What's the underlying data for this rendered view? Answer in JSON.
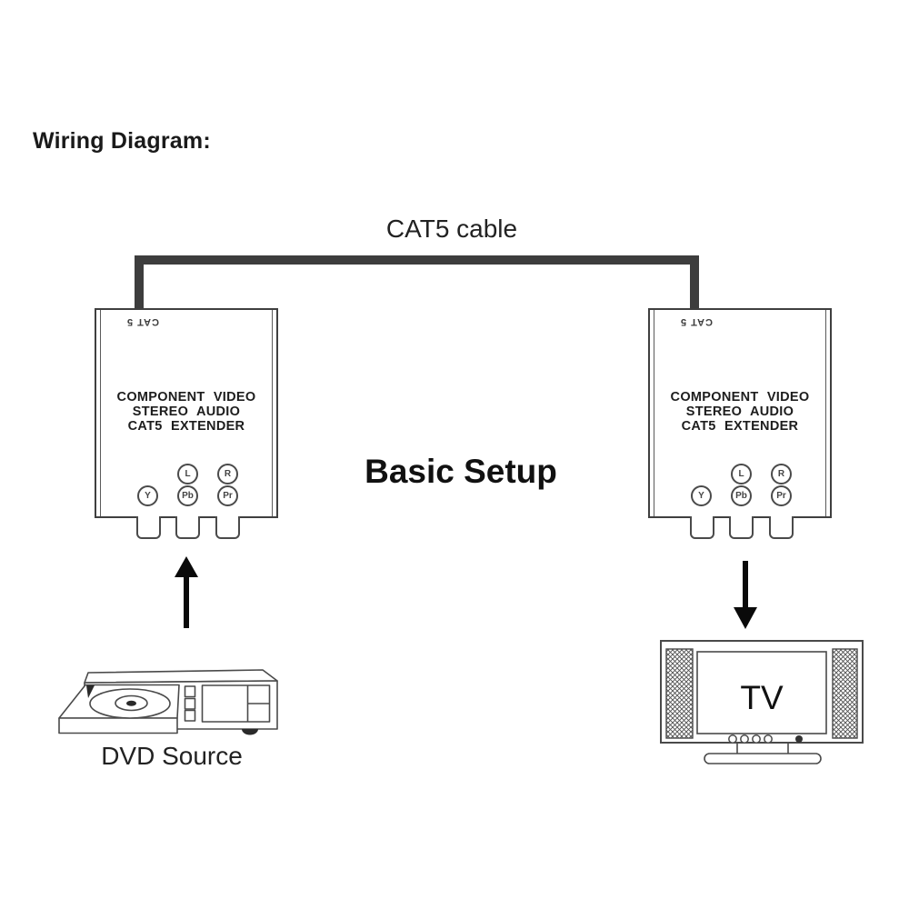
{
  "page": {
    "title": "Wiring Diagram:"
  },
  "diagram": {
    "cable_label": "CAT5 cable",
    "center_label": "Basic Setup",
    "extender": {
      "cat5_port_label": "CAT 5",
      "line1": "COMPONENT VIDEO",
      "line2": "STEREO AUDIO",
      "line3": "CAT5 EXTENDER",
      "ports": {
        "l": "L",
        "r": "R",
        "y": "Y",
        "pb": "Pb",
        "pr": "Pr"
      }
    },
    "dvd_label": "DVD Source",
    "tv_label": "TV",
    "colors": {
      "cable": "#3d3d3d",
      "outline": "#4a4a4a",
      "text": "#1a1a1a",
      "background": "#ffffff"
    }
  }
}
